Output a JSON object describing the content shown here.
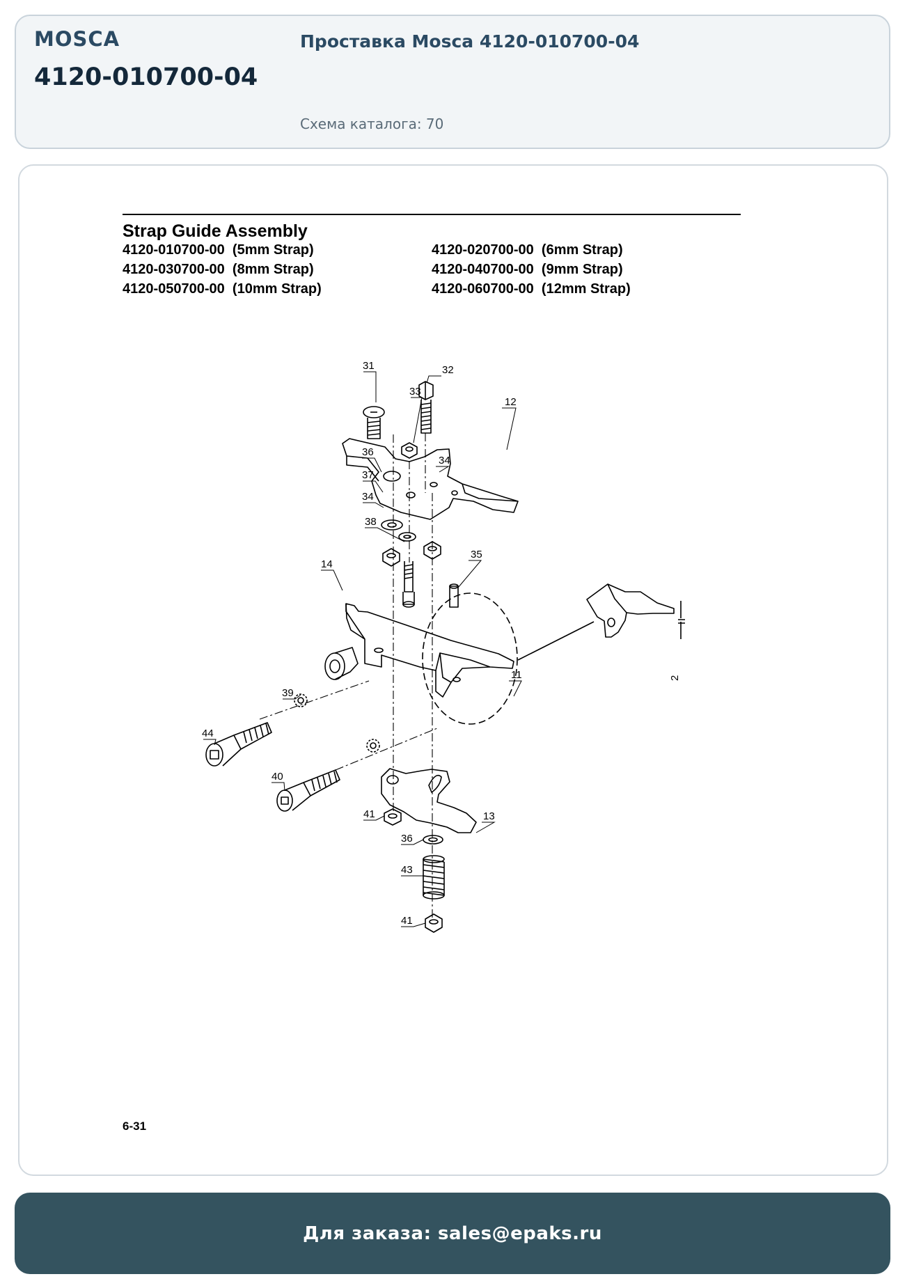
{
  "header": {
    "brand": "MOSCA",
    "part_number": "4120-010700-04",
    "title": "Проставка Mosca 4120-010700-04",
    "catalog_scheme": "Схема каталога: 70"
  },
  "document": {
    "assembly_title": "Strap Guide Assembly",
    "variants": [
      "4120-010700-00  (5mm Strap)",
      "4120-020700-00  (6mm Strap)",
      "4120-030700-00  (8mm Strap)",
      "4120-040700-00  (9mm Strap)",
      "4120-050700-00  (10mm Strap)",
      "4120-060700-00  (12mm Strap)"
    ],
    "page_number": "6-31",
    "callouts": [
      "31",
      "32",
      "33",
      "12",
      "36",
      "37",
      "34",
      "34",
      "38",
      "35",
      "14",
      "39",
      "11",
      "44",
      "40",
      "41",
      "13",
      "36",
      "43",
      "41"
    ],
    "dimension_label": "2"
  },
  "footer": {
    "order_text": "Для заказа: sales@epaks.ru"
  }
}
